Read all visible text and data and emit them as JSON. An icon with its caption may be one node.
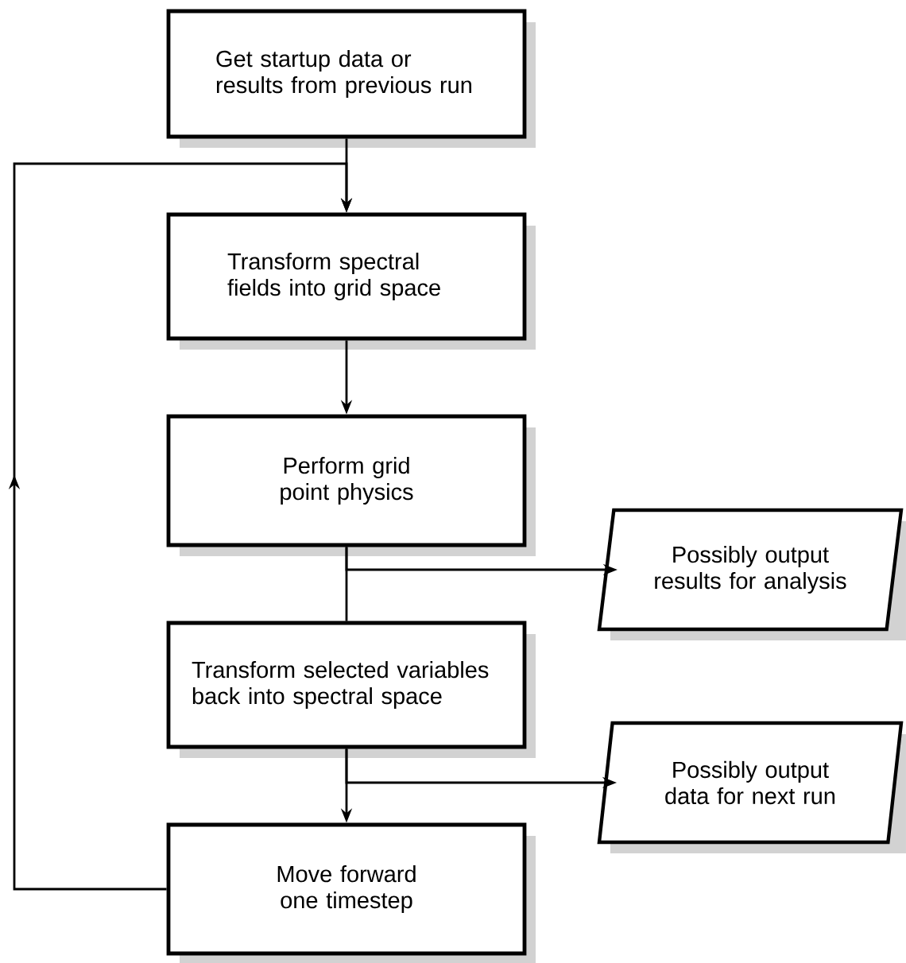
{
  "diagram": {
    "nodes": [
      {
        "text": [
          "Get startup data or results from previous run"
        ]
      },
      {
        "text": [
          "Transform spectral fields into grid space"
        ]
      },
      {
        "text": [
          "Perform grid point physics"
        ]
      },
      {
        "text": [
          "Transform selected variables back into spectral space"
        ]
      },
      {
        "text": [
          "Move forward one timestep"
        ]
      },
      {
        "text": [
          "Possibly output results for analysis"
        ]
      },
      {
        "text": [
          "Possibly output data for next run"
        ]
      }
    ],
    "edges": [
      {
        "from": 0,
        "to": 1,
        "arrow": "to"
      },
      {
        "from": 1,
        "to": 2,
        "arrow": "to"
      },
      {
        "from": 2,
        "to": 3,
        "arrow": "none"
      },
      {
        "from": 2,
        "to": 5,
        "arrow": "to"
      },
      {
        "from": 3,
        "to": 4,
        "arrow": "to"
      },
      {
        "from": 3,
        "to": 6,
        "arrow": "to"
      },
      {
        "from": 4,
        "to": 1,
        "arrow": "to"
      }
    ]
  }
}
